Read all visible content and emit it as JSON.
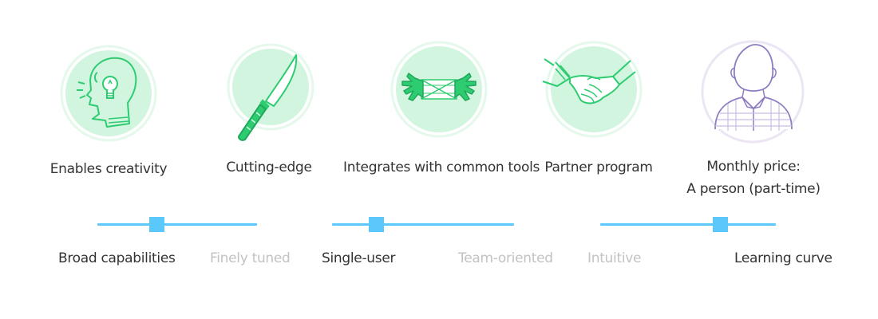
{
  "colors": {
    "accent_green": "#2ecc71",
    "circle_fill": "#d2f5e0",
    "circle_ring": "#e4f8ec",
    "purple_line": "#8e7cc3",
    "purple_ring": "#ece6f4",
    "slider_blue": "#5ac8fa",
    "active_text": "#333333",
    "inactive_text": "#c2c2c2"
  },
  "features": [
    {
      "icon": "head-lightbulb-icon",
      "label": "Enables creativity"
    },
    {
      "icon": "knife-icon",
      "label": "Cutting-edge"
    },
    {
      "icon": "hands-connecting-icon",
      "label": "Integrates with common tools"
    },
    {
      "icon": "handshake-icon",
      "label": "Partner program"
    },
    {
      "icon": "person-icon",
      "label_line1": "Monthly price:",
      "label_line2": "A person (part-time)"
    }
  ],
  "sliders": [
    {
      "left_label": "Broad capabilities",
      "right_label": "Finely tuned",
      "value": 0.37,
      "active": "left"
    },
    {
      "left_label": "Single-user",
      "right_label": "Team-oriented",
      "value": 0.24,
      "active": "left"
    },
    {
      "left_label": "Intuitive",
      "right_label": "Learning curve",
      "value": 0.68,
      "active": "right"
    }
  ]
}
